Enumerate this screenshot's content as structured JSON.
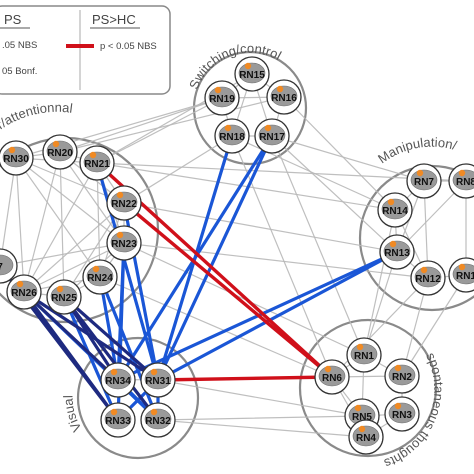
{
  "legend": {
    "col1_header": "PS",
    "col2_header": "PS>HC",
    "col1_row1": ".05 NBS",
    "col1_row2": "05 Bonf.",
    "col2_row1": "p < 0.05 NBS",
    "colors": {
      "ps_lt_hc": "#1a56d6",
      "ps_lt_hc_dark": "#1e2a80",
      "ps_gt_hc": "#d0101a"
    }
  },
  "clusters": [
    {
      "id": "switching",
      "label": "Switching/control"
    },
    {
      "id": "attention",
      "label": "or/attentionnal"
    },
    {
      "id": "manipulation",
      "label": "Manipulation/"
    },
    {
      "id": "spontaneous",
      "label": "spontaneous thoughts"
    },
    {
      "id": "visual",
      "label": "Visual"
    }
  ],
  "nodes": [
    {
      "id": "RN15",
      "label": "RN15"
    },
    {
      "id": "RN19",
      "label": "RN19"
    },
    {
      "id": "RN16",
      "label": "RN16"
    },
    {
      "id": "RN18",
      "label": "RN18"
    },
    {
      "id": "RN17",
      "label": "RN17"
    },
    {
      "id": "RN30",
      "label": "RN30"
    },
    {
      "id": "RN20",
      "label": "RN20"
    },
    {
      "id": "RN21",
      "label": "RN21"
    },
    {
      "id": "RN22",
      "label": "RN22"
    },
    {
      "id": "RN23",
      "label": "RN23"
    },
    {
      "id": "RN24",
      "label": "RN24"
    },
    {
      "id": "RN26",
      "label": "RN26"
    },
    {
      "id": "RN25",
      "label": "RN25"
    },
    {
      "id": "RN7",
      "label": "RN7"
    },
    {
      "id": "RN8",
      "label": "RN8"
    },
    {
      "id": "RN14",
      "label": "RN14"
    },
    {
      "id": "RN13",
      "label": "RN13"
    },
    {
      "id": "RN12",
      "label": "RN12"
    },
    {
      "id": "RN11",
      "label": "RN1"
    },
    {
      "id": "RN1",
      "label": "RN1"
    },
    {
      "id": "RN6",
      "label": "RN6"
    },
    {
      "id": "RN2",
      "label": "RN2"
    },
    {
      "id": "RN5",
      "label": "RN5"
    },
    {
      "id": "RN3",
      "label": "RN3"
    },
    {
      "id": "RN4",
      "label": "RN4"
    },
    {
      "id": "RN34",
      "label": "RN34"
    },
    {
      "id": "RN31",
      "label": "RN31"
    },
    {
      "id": "RN33",
      "label": "RN33"
    },
    {
      "id": "RN32",
      "label": "RN32"
    },
    {
      "id": "RN27",
      "label": "7"
    }
  ],
  "edges_blue": [
    [
      "RN18",
      "RN31"
    ],
    [
      "RN17",
      "RN34"
    ],
    [
      "RN17",
      "RN31"
    ],
    [
      "RN22",
      "RN31"
    ],
    [
      "RN23",
      "RN34"
    ],
    [
      "RN24",
      "RN34"
    ],
    [
      "RN21",
      "RN31"
    ],
    [
      "RN13",
      "RN31"
    ],
    [
      "RN13",
      "RN34"
    ],
    [
      "RN25",
      "RN33"
    ],
    [
      "RN26",
      "RN32"
    ],
    [
      "RN23",
      "RN33"
    ],
    [
      "RN31",
      "RN32"
    ],
    [
      "RN34",
      "RN32"
    ],
    [
      "RN33",
      "RN31"
    ],
    [
      "RN24",
      "RN32"
    ]
  ],
  "edges_darkblue": [
    [
      "RN26",
      "RN34"
    ],
    [
      "RN26",
      "RN33"
    ],
    [
      "RN25",
      "RN34"
    ],
    [
      "RN25",
      "RN31"
    ],
    [
      "RN26",
      "RN31"
    ],
    [
      "RN27",
      "RN33"
    ],
    [
      "RN25",
      "RN32"
    ]
  ],
  "edges_red": [
    [
      "RN22",
      "RN6"
    ],
    [
      "RN21",
      "RN6"
    ],
    [
      "RN31",
      "RN6"
    ]
  ],
  "edges_gray": [
    [
      "RN30",
      "RN20"
    ],
    [
      "RN30",
      "RN21"
    ],
    [
      "RN30",
      "RN22"
    ],
    [
      "RN30",
      "RN23"
    ],
    [
      "RN30",
      "RN26"
    ],
    [
      "RN30",
      "RN24"
    ],
    [
      "RN20",
      "RN21"
    ],
    [
      "RN20",
      "RN22"
    ],
    [
      "RN20",
      "RN23"
    ],
    [
      "RN20",
      "RN26"
    ],
    [
      "RN20",
      "RN25"
    ],
    [
      "RN21",
      "RN22"
    ],
    [
      "RN21",
      "RN23"
    ],
    [
      "RN21",
      "RN24"
    ],
    [
      "RN21",
      "RN26"
    ],
    [
      "RN22",
      "RN23"
    ],
    [
      "RN22",
      "RN24"
    ],
    [
      "RN22",
      "RN26"
    ],
    [
      "RN22",
      "RN25"
    ],
    [
      "RN23",
      "RN24"
    ],
    [
      "RN23",
      "RN26"
    ],
    [
      "RN23",
      "RN25"
    ],
    [
      "RN24",
      "RN26"
    ],
    [
      "RN24",
      "RN25"
    ],
    [
      "RN26",
      "RN25"
    ],
    [
      "RN27",
      "RN26"
    ],
    [
      "RN27",
      "RN30"
    ],
    [
      "RN27",
      "RN23"
    ],
    [
      "RN15",
      "RN19"
    ],
    [
      "RN15",
      "RN16"
    ],
    [
      "RN19",
      "RN18"
    ],
    [
      "RN16",
      "RN17"
    ],
    [
      "RN18",
      "RN17"
    ],
    [
      "RN19",
      "RN16"
    ],
    [
      "RN15",
      "RN18"
    ],
    [
      "RN15",
      "RN17"
    ],
    [
      "RN7",
      "RN8"
    ],
    [
      "RN7",
      "RN14"
    ],
    [
      "RN7",
      "RN13"
    ],
    [
      "RN14",
      "RN13"
    ],
    [
      "RN13",
      "RN12"
    ],
    [
      "RN12",
      "RN11"
    ],
    [
      "RN14",
      "RN12"
    ],
    [
      "RN8",
      "RN11"
    ],
    [
      "RN7",
      "RN12"
    ],
    [
      "RN8",
      "RN13"
    ],
    [
      "RN1",
      "RN2"
    ],
    [
      "RN1",
      "RN6"
    ],
    [
      "RN6",
      "RN5"
    ],
    [
      "RN5",
      "RN4"
    ],
    [
      "RN4",
      "RN3"
    ],
    [
      "RN2",
      "RN3"
    ],
    [
      "RN6",
      "RN2"
    ],
    [
      "RN5",
      "RN3"
    ],
    [
      "RN1",
      "RN5"
    ],
    [
      "RN6",
      "RN4"
    ],
    [
      "RN34",
      "RN33"
    ],
    [
      "RN31",
      "RN33"
    ],
    [
      "RN21",
      "RN19"
    ],
    [
      "RN22",
      "RN18"
    ],
    [
      "RN21",
      "RN15"
    ],
    [
      "RN20",
      "RN16"
    ],
    [
      "RN17",
      "RN7"
    ],
    [
      "RN16",
      "RN14"
    ],
    [
      "RN17",
      "RN13"
    ],
    [
      "RN18",
      "RN14"
    ],
    [
      "RN21",
      "RN14"
    ],
    [
      "RN22",
      "RN13"
    ],
    [
      "RN23",
      "RN12"
    ],
    [
      "RN13",
      "RN1"
    ],
    [
      "RN12",
      "RN2"
    ],
    [
      "RN11",
      "RN2"
    ],
    [
      "RN14",
      "RN1"
    ],
    [
      "RN12",
      "RN6"
    ],
    [
      "RN17",
      "RN1"
    ],
    [
      "RN31",
      "RN5"
    ],
    [
      "RN32",
      "RN4"
    ],
    [
      "RN32",
      "RN5"
    ],
    [
      "RN34",
      "RN6"
    ],
    [
      "RN18",
      "RN6"
    ],
    [
      "RN23",
      "RN1"
    ],
    [
      "RN24",
      "RN6"
    ],
    [
      "RN21",
      "RN8"
    ],
    [
      "RN30",
      "RN19"
    ],
    [
      "RN20",
      "RN19"
    ]
  ]
}
